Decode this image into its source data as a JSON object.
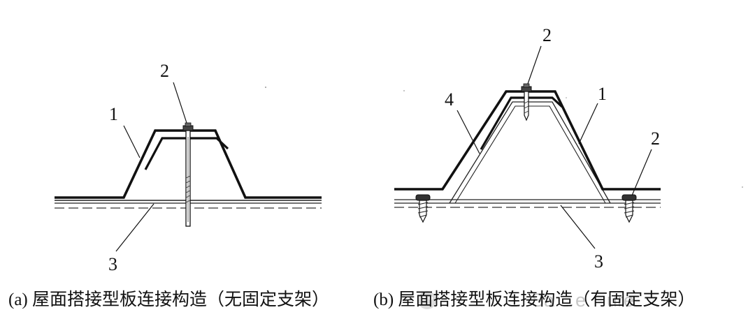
{
  "diagram_a": {
    "labels": {
      "panel": "1",
      "fastener": "2",
      "substrate": "3"
    },
    "caption": "(a) 屋面搭接型板连接构造（无固定支架）"
  },
  "diagram_b": {
    "labels": {
      "panel": "1",
      "fastener_top": "2",
      "fastener_side": "2",
      "substrate": "3",
      "support": "4"
    },
    "caption": "(b) 屋面搭接型板连接构造（有固定支架）"
  },
  "watermark": {
    "text": "Sa    e    ure"
  },
  "colors": {
    "ink": "#111111",
    "watermark": "#c8c8c8"
  }
}
